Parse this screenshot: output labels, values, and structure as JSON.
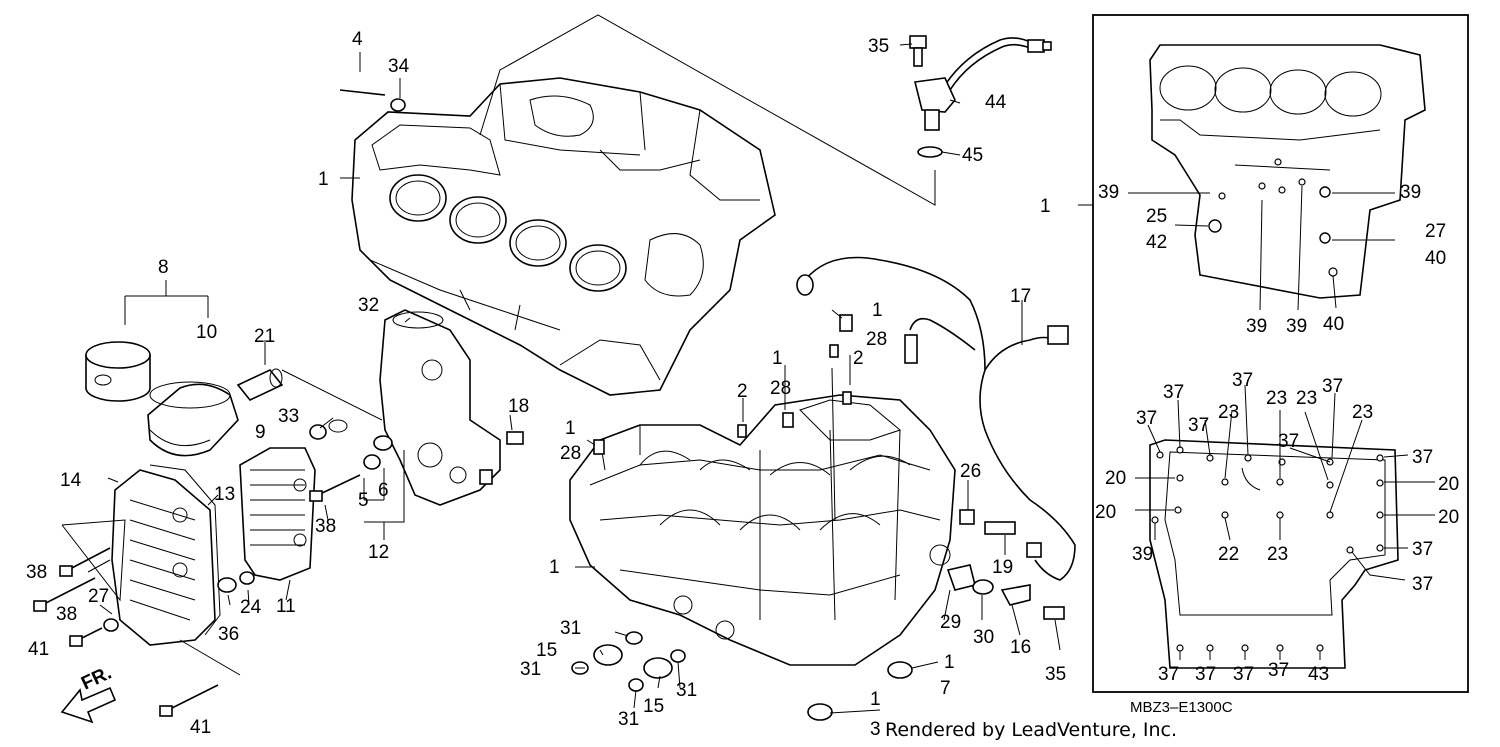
{
  "diagram": {
    "drawing_code": "MBZ3–E1300C",
    "credit": "Rendered by LeadVenture, Inc.",
    "front_marker": "FR.",
    "callouts": [
      "1",
      "1",
      "1",
      "1",
      "1",
      "1",
      "1",
      "1",
      "2",
      "2",
      "3",
      "4",
      "5",
      "6",
      "7",
      "8",
      "9",
      "10",
      "11",
      "12",
      "13",
      "14",
      "15",
      "15",
      "16",
      "17",
      "18",
      "19",
      "20",
      "20",
      "20",
      "20",
      "21",
      "22",
      "23",
      "23",
      "23",
      "23",
      "23",
      "24",
      "25",
      "26",
      "27",
      "27",
      "28",
      "28",
      "28",
      "29",
      "30",
      "31",
      "31",
      "31",
      "31",
      "32",
      "33",
      "34",
      "35",
      "35",
      "36",
      "37",
      "37",
      "37",
      "37",
      "37",
      "37",
      "37",
      "37",
      "37",
      "37",
      "37",
      "37",
      "37",
      "37",
      "38",
      "38",
      "38",
      "39",
      "39",
      "39",
      "39",
      "39",
      "40",
      "40",
      "41",
      "41",
      "42",
      "43",
      "44",
      "45"
    ]
  }
}
